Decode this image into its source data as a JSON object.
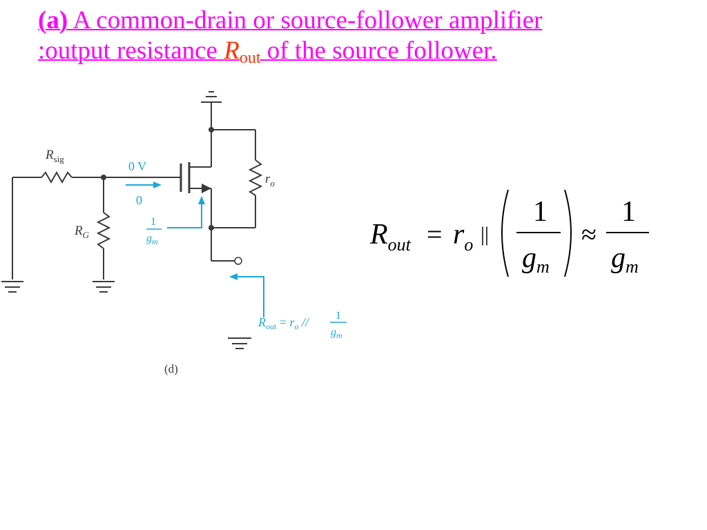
{
  "title": {
    "part_label": "(a)",
    "line1": " A common-drain or source-follower amplifier",
    "line2": ":output  resistance ",
    "r_symbol": "R",
    "r_subscript": "out",
    "line2_tail": " of the source follower."
  },
  "circuit": {
    "rsig_label": "R",
    "rsig_sub": "sig",
    "rg_label": "R",
    "rg_sub": "G",
    "ro_label": "r",
    "ro_sub": "o",
    "gate_voltage": "0 V",
    "gate_current": "0",
    "source_res_num": "1",
    "source_res_den": "g",
    "source_res_den_sub": "m",
    "rout_R": "R",
    "rout_sub": "out",
    "rout_eq": " = ",
    "rout_r": "r",
    "rout_r_sub": "o",
    "rout_par": " // ",
    "rout_num": "1",
    "rout_den": "g",
    "rout_den_sub": "m",
    "caption": "(d)"
  },
  "equation": {
    "lhs": "R",
    "lhs_sub": "out",
    "eq": "=",
    "r": "r",
    "r_sub": "o",
    "parallel": "||",
    "num1": "1",
    "den1": "g",
    "den1_sub": "m",
    "approx": "≈",
    "num2": "1",
    "den2": "g",
    "den2_sub": "m"
  },
  "colors": {
    "title": "#ff00ff",
    "title_r": "#ff3300",
    "annotation": "#1ea6d8",
    "wire": "#3a3a3a"
  }
}
